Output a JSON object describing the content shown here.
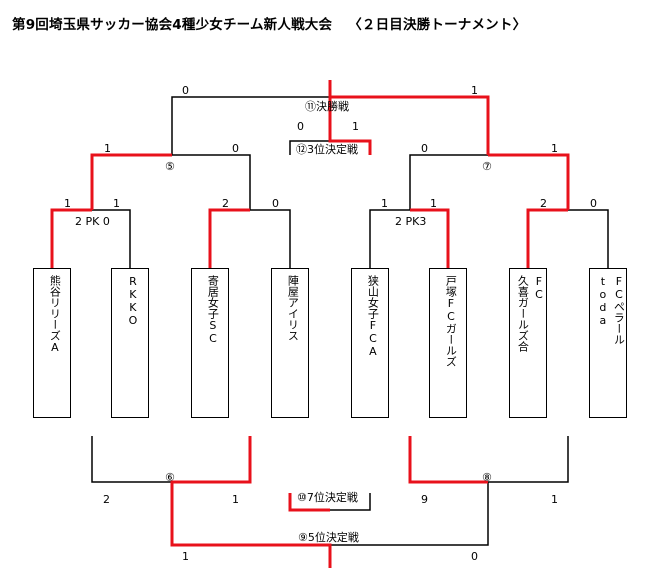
{
  "title": "第9回埼玉県サッカー協会4種少女チーム新人戦大会",
  "subtitle": "〈２日目決勝トーナメント〉",
  "teams": [
    {
      "col1": "熊谷リリーズA",
      "col2": ""
    },
    {
      "col1": "RKKO",
      "col2": ""
    },
    {
      "col1": "寄居女子SC",
      "col2": ""
    },
    {
      "col1": "陣屋アイリス",
      "col2": ""
    },
    {
      "col1": "狭山女子FCA",
      "col2": ""
    },
    {
      "col1": "戸塚FCガールズ",
      "col2": ""
    },
    {
      "col1": "久喜ガールズ合",
      "col2": "FC"
    },
    {
      "col1": "toda",
      "col2": "FCペラール"
    }
  ],
  "matches": {
    "final": {
      "label": "⑪決勝戦",
      "left_score": "0",
      "right_score": "1"
    },
    "third_place": {
      "label": "⑫3位決定戦",
      "left_score": "0",
      "right_score": "1"
    },
    "semi_left": {
      "label": "⑤",
      "left_score": "1",
      "right_score": "0"
    },
    "semi_right": {
      "label": "⑦",
      "left_score": "0",
      "right_score": "1"
    },
    "qf1": {
      "left_score": "1",
      "right_score": "1",
      "pk": "2 PK 0"
    },
    "qf2": {
      "left_score": "2",
      "right_score": "0"
    },
    "qf3": {
      "left_score": "1",
      "right_score": "1",
      "pk": "2 PK3"
    },
    "qf4": {
      "left_score": "2",
      "right_score": "0"
    },
    "consolation_left": {
      "label": "⑥",
      "left_score": "2",
      "right_score": "1"
    },
    "consolation_right": {
      "label": "⑧",
      "left_score": "9",
      "right_score": "1"
    },
    "seventh_place": {
      "label": "⑩7位決定戦"
    },
    "fifth_place": {
      "label": "⑨5位決定戦",
      "left_score": "1",
      "right_score": "0"
    }
  },
  "colors": {
    "winner_line": "#e8111b",
    "line": "#000000",
    "background": "#ffffff"
  }
}
